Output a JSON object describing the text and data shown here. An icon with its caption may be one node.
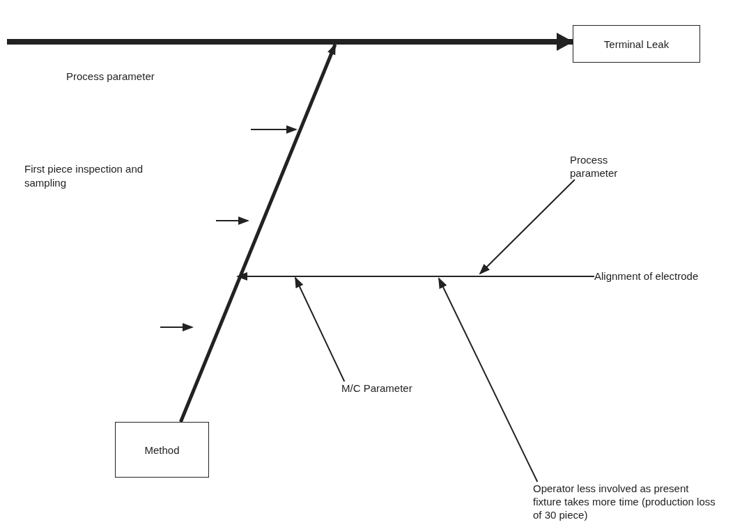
{
  "diagram": {
    "nodes": [
      {
        "text": [
          "Terminal Leak"
        ]
      },
      {
        "text": [
          "Method"
        ]
      },
      {
        "text": [
          "Process parameter"
        ]
      },
      {
        "text": [
          "Alignment of electrode"
        ]
      },
      {
        "text": [
          "M/C Parameter"
        ]
      },
      {
        "text": [
          "Operator less involved as present fixture takes more time (production loss of 30 piece)"
        ]
      }
    ],
    "edges": [
      {
        "from": null,
        "to": 0,
        "arrow": "to",
        "style": "thick"
      },
      {
        "from": 1,
        "to": null,
        "arrow": "to",
        "style": "thick"
      },
      {
        "from": 3,
        "to": null,
        "arrow": "to"
      },
      {
        "from": 2,
        "to": null,
        "arrow": "to"
      },
      {
        "from": 4,
        "to": null,
        "arrow": "to"
      },
      {
        "from": 5,
        "to": null,
        "arrow": "to"
      }
    ],
    "labels": [
      "Process parameter",
      "First piece inspection and sampling"
    ]
  }
}
